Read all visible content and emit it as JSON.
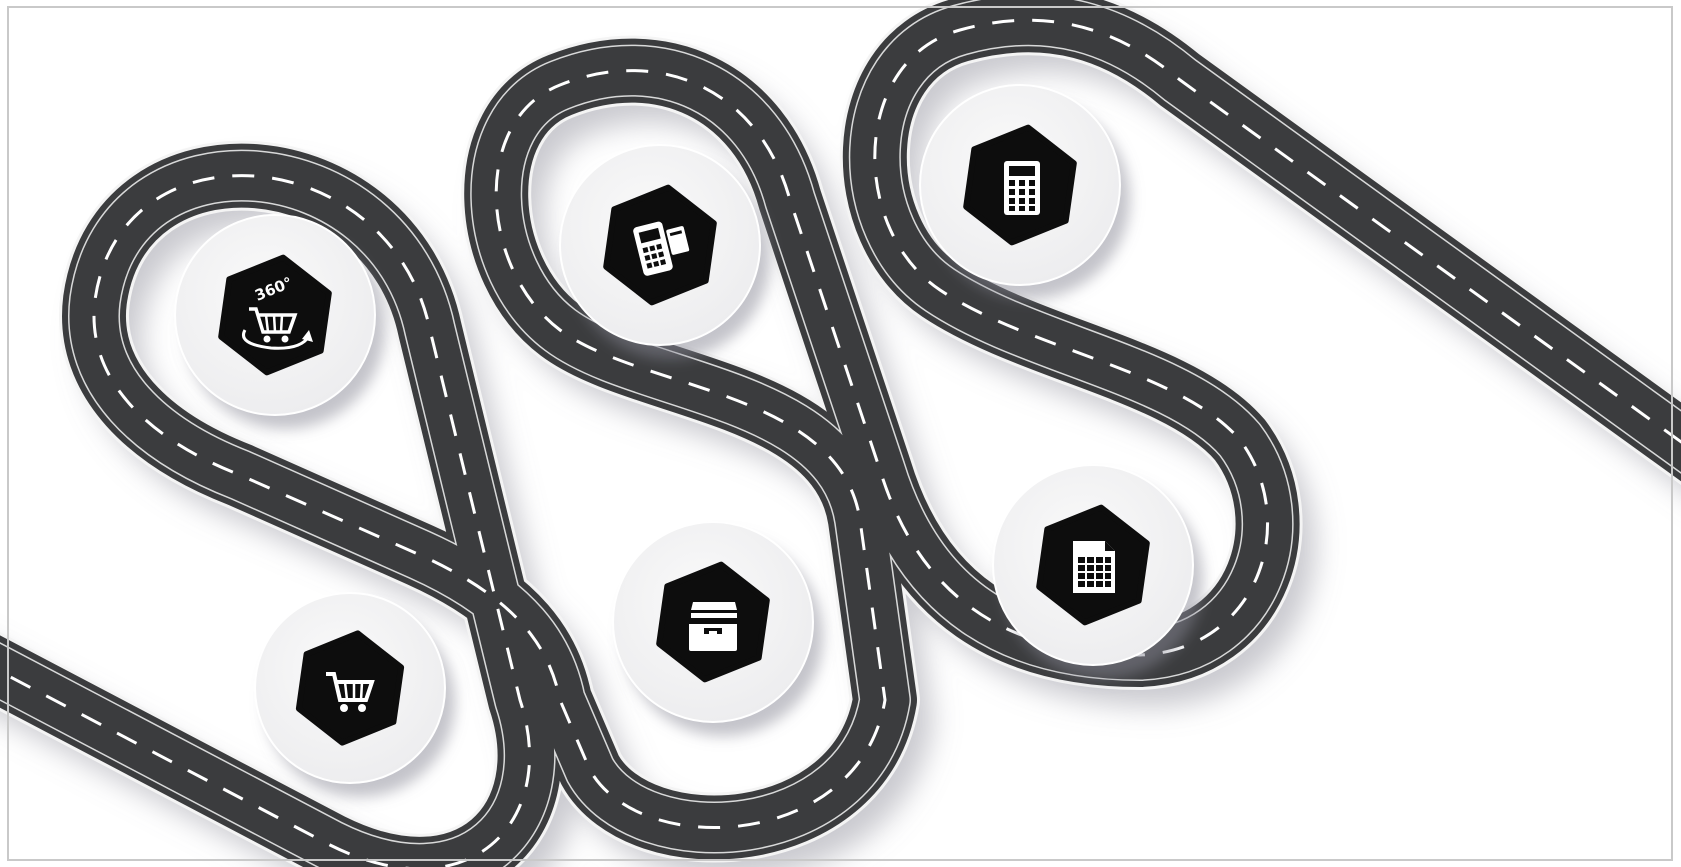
{
  "roadmap": {
    "stops": [
      {
        "name": "shopping-cart-360",
        "icon": "cart-360-icon",
        "badge_text": "360°"
      },
      {
        "name": "shopping-cart",
        "icon": "shopping-cart-icon"
      },
      {
        "name": "card-payment-terminal",
        "icon": "payment-terminal-icon"
      },
      {
        "name": "file-drawer",
        "icon": "file-drawer-icon"
      },
      {
        "name": "calculator",
        "icon": "calculator-icon"
      },
      {
        "name": "spreadsheet-document",
        "icon": "spreadsheet-icon"
      }
    ]
  },
  "colors": {
    "background": "#ffffff",
    "frame": "#c9c9c9",
    "road": "#3b3c3e",
    "road_edge": "#f4f4f4",
    "lane_marking": "#ffffff",
    "plate": "#ececee",
    "plate_center": "#fafafa",
    "hexagon": "#0d0d0d",
    "icon": "#ffffff",
    "shadow": "#8a8a96"
  }
}
